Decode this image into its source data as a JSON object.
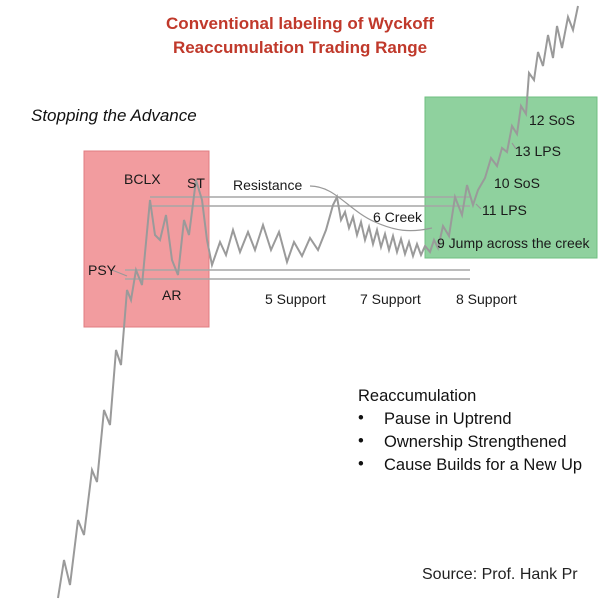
{
  "title": {
    "line1": "Conventional labeling of Wyckoff",
    "line2": "Reaccumulation Trading Range"
  },
  "subtitle": "Stopping the Advance",
  "labels": {
    "psy": "PSY",
    "bclx": "BCLX",
    "st": "ST",
    "ar": "AR",
    "resistance": "Resistance",
    "creek": "6 Creek",
    "jump": "9 Jump across the creek",
    "support5": "5 Support",
    "support7": "7 Support",
    "support8": "8 Support",
    "sos10": "10 SoS",
    "lps11": "11 LPS",
    "sos12": "12 SoS",
    "lps13": "13 LPS"
  },
  "notes": {
    "heading": "Reaccumulation",
    "items": [
      "Pause in Uptrend",
      "Ownership Strengthened",
      "Cause Builds for a New Up"
    ]
  },
  "source": "Source: Prof. Hank Pr",
  "colors": {
    "title": "#c0392b",
    "stopping_box": "#f29c9f",
    "breakout_box": "#8fd19e",
    "price_line": "#9a9a9a",
    "level_line": "#a6a6a6"
  }
}
